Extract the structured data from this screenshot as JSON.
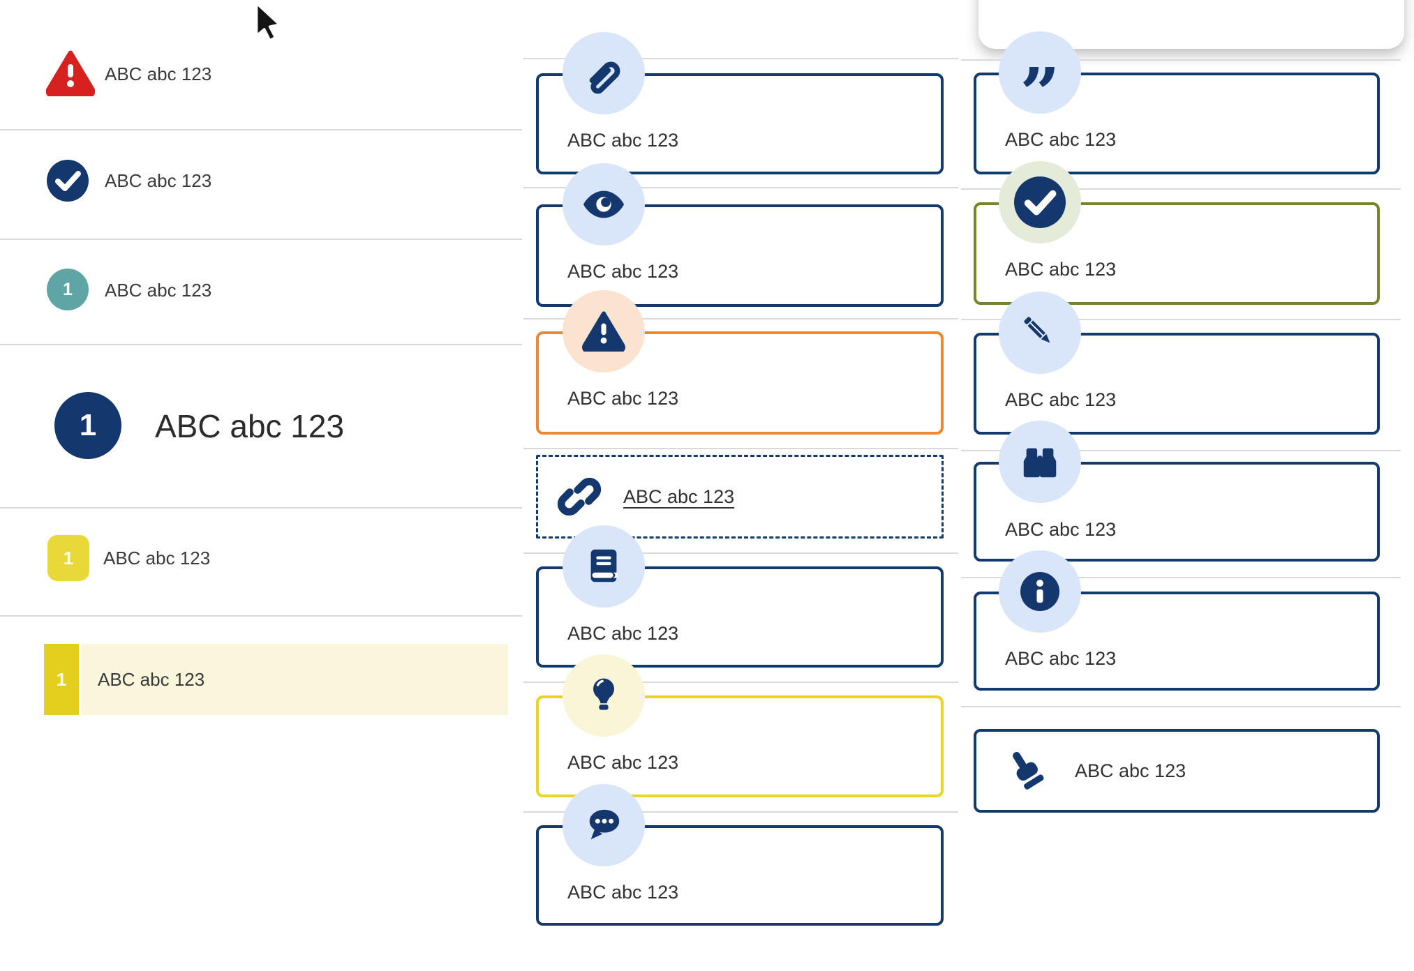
{
  "colors": {
    "navy": "#14386e",
    "navy_border": "#123a6d",
    "light_blue_circle": "#d9e5f8",
    "peach_circle": "#fbe3cf",
    "pale_green_circle": "#e5ebd9",
    "pale_yellow_circle": "#faf5d6",
    "orange_border": "#ec8733",
    "yellow_border": "#e8d622",
    "olive_border": "#76842e",
    "red_alert": "#d7211e",
    "teal_badge": "#5fa5a5",
    "yellow_badge": "#e9d83a",
    "yellow_badge_square": "#e4cf1e",
    "row_highlight": "#faf6dc",
    "divider": "#d9d9d9",
    "text": "#313131"
  },
  "left_list": {
    "items": [
      {
        "icon": "alert-triangle-icon",
        "label": "ABC abc 123"
      },
      {
        "icon": "check-circle-icon",
        "label": "ABC abc 123"
      },
      {
        "icon": "teal-number-badge",
        "number": "1",
        "label": "ABC abc 123"
      },
      {
        "icon": "navy-number-badge-large",
        "number": "1",
        "label": "ABC abc 123"
      },
      {
        "icon": "yellow-number-badge",
        "number": "1",
        "label": "ABC abc 123"
      },
      {
        "icon": "yellow-number-badge-square",
        "number": "1",
        "label": "ABC abc 123",
        "highlighted": true
      }
    ]
  },
  "middle_callouts": {
    "items": [
      {
        "icon": "paperclip-icon",
        "label": "ABC abc 123",
        "style": "navy"
      },
      {
        "icon": "eye-icon",
        "label": "ABC abc 123",
        "style": "navy"
      },
      {
        "icon": "warning-triangle-icon",
        "label": "ABC abc 123",
        "style": "orange"
      },
      {
        "icon": "link-icon",
        "label": "ABC abc 123",
        "style": "dashed",
        "link": true
      },
      {
        "icon": "book-icon",
        "label": "ABC abc 123",
        "style": "navy"
      },
      {
        "icon": "lightbulb-icon",
        "label": "ABC abc 123",
        "style": "yellow"
      },
      {
        "icon": "chat-bubble-icon",
        "label": "ABC abc 123",
        "style": "navy"
      }
    ]
  },
  "right_callouts": {
    "items": [
      {
        "icon": "quote-icon",
        "glyph": "”",
        "label": "ABC abc 123",
        "style": "navy"
      },
      {
        "icon": "check-circle-icon",
        "label": "ABC abc 123",
        "style": "olive"
      },
      {
        "icon": "pencil-icon",
        "label": "ABC abc 123",
        "style": "navy"
      },
      {
        "icon": "binoculars-icon",
        "label": "ABC abc 123",
        "style": "navy"
      },
      {
        "icon": "info-circle-icon",
        "label": "ABC abc 123",
        "style": "navy"
      },
      {
        "icon": "hand-pointer-icon",
        "label": "ABC abc 123",
        "style": "navy"
      }
    ]
  }
}
